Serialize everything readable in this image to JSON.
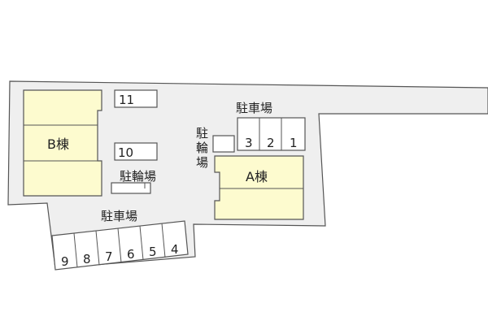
{
  "site_map": {
    "building_a": {
      "label": "A棟"
    },
    "building_b": {
      "label": "B棟"
    },
    "parking_north": {
      "label": "駐車場",
      "spaces": [
        "3",
        "2",
        "1"
      ]
    },
    "parking_south": {
      "label": "駐車場",
      "spaces": [
        "9",
        "8",
        "7",
        "6",
        "5",
        "4"
      ]
    },
    "parking_west": {
      "spaces": [
        "11",
        "10"
      ]
    },
    "bike_parking_west": {
      "label": "駐輪場"
    },
    "bike_parking_center": {
      "label_chars": [
        "駐",
        "輪",
        "場"
      ]
    },
    "colors": {
      "ground": "#efefef",
      "building": "#fdfbcf",
      "outline": "#555555",
      "spot": "#ffffff"
    }
  }
}
